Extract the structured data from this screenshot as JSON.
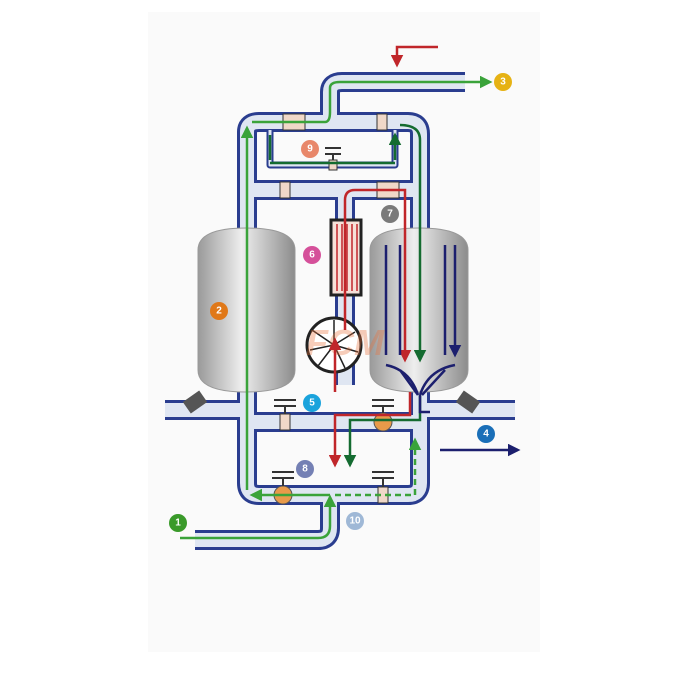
{
  "labels": {
    "l1": "1",
    "l2": "2",
    "l3": "3",
    "l4": "4",
    "l5": "5",
    "l6": "6",
    "l7": "7",
    "l8": "8",
    "l9": "9",
    "l10": "10"
  },
  "colors": {
    "l1": "#3a9a2a",
    "l2": "#e07818",
    "l3": "#e6b214",
    "l4": "#1a6fb8",
    "l5": "#1aa3dc",
    "l6": "#d5509a",
    "l7": "#7a7a7a",
    "l8": "#7480b4",
    "l9": "#e8876a",
    "l10": "#9fb8d6",
    "pipe_outline": "#2a3d8f",
    "pipe_fill": "#dfe6f2",
    "flow_green": "#3aa33a",
    "flow_dark_green": "#146b30",
    "flow_red": "#c0262a",
    "flow_navy": "#1c1f6e",
    "tank": "#c9c9c9"
  },
  "watermark": "FCM"
}
